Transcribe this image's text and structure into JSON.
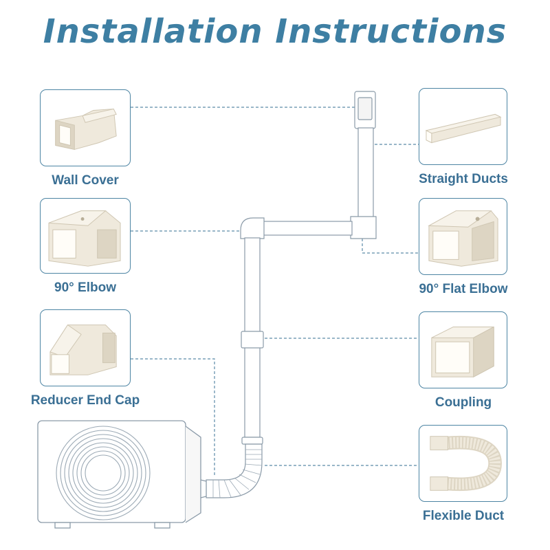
{
  "title": "Installation Instructions",
  "parts": {
    "wall_cover": "Wall Cover",
    "elbow_90": "90° Elbow",
    "reducer_end_cap": "Reducer End Cap",
    "straight_ducts": "Straight Ducts",
    "flat_elbow_90": "90° Flat Elbow",
    "coupling": "Coupling",
    "flexible_duct": "Flexible Duct"
  },
  "colors": {
    "title": "#3e7fa3",
    "label": "#3a6f94",
    "card_border": "#4c84a3",
    "leader_line": "#5a8aa8",
    "part_fill": "#efe9dc",
    "part_shade": "#ddd5c3",
    "outline": "#8a9aa8"
  }
}
